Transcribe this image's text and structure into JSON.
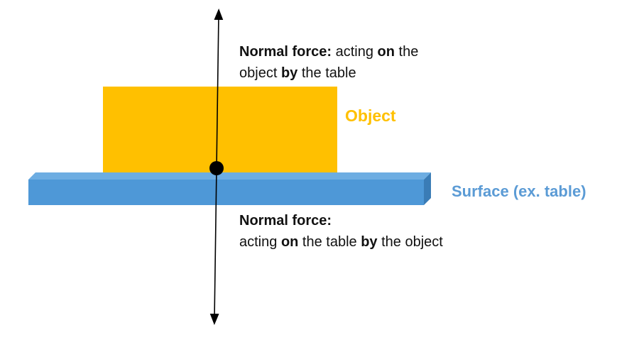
{
  "labels": {
    "top_force": {
      "bold1": "Normal force:",
      "t1": " acting ",
      "bold2": "on",
      "t2": " the",
      "t3": "object ",
      "bold3": "by",
      "t4": " the table"
    },
    "object": "Object",
    "surface": "Surface (ex. table)",
    "bottom_force": {
      "bold1": "Normal force:",
      "t1": "acting ",
      "bold2": "on",
      "t2": " the table ",
      "bold3": "by",
      "t3": " the object"
    }
  },
  "colors": {
    "object": "#FFC000",
    "surface_front": "#4E98D7",
    "surface_top": "#6DADE2",
    "surface_side": "#3A7CB6",
    "surface_label": "#5B9BD5"
  }
}
